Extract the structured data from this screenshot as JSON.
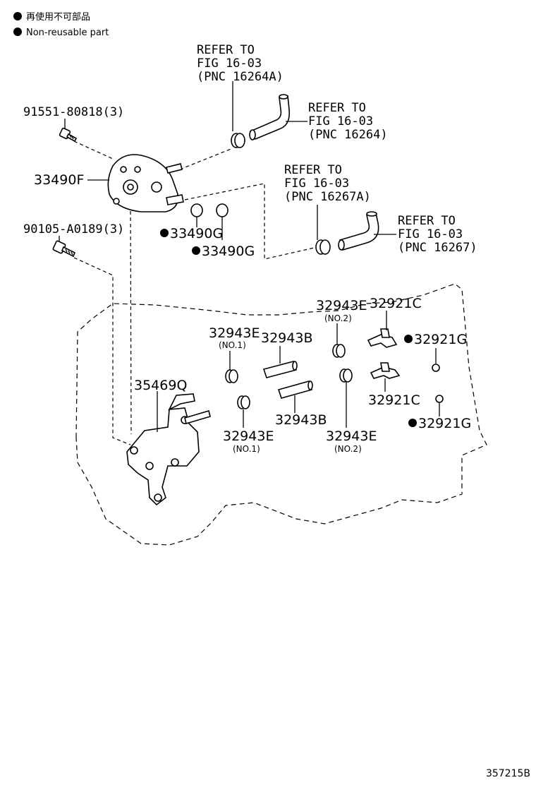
{
  "legend": {
    "line_cn": "再使用不可部品",
    "line_en": "Non-reusable part"
  },
  "labels": {
    "fig_ref_a": [
      "REFER TO",
      "FIG 16-03",
      "(PNC 16264A)"
    ],
    "fig_ref_b": [
      "REFER TO",
      "FIG 16-03",
      "(PNC 16264)"
    ],
    "fig_ref_c": [
      "REFER TO",
      "FIG 16-03",
      "(PNC 16267A)"
    ],
    "fig_ref_d": [
      "REFER TO",
      "FIG 16-03",
      "(PNC 16267)"
    ],
    "bolt_1": "91551-80818(3)",
    "bolt_2": "90105-A0189(3)",
    "pump": "33490F",
    "oring_1": "33490G",
    "oring_2": "33490G",
    "bracket": "35469Q",
    "clamp_no1_top": "32943E",
    "clamp_no1_top_sub": "(NO.1)",
    "clamp_no1_bot": "32943E",
    "clamp_no1_bot_sub": "(NO.1)",
    "clamp_no2_top": "32943E",
    "clamp_no2_top_sub": "(NO.2)",
    "clamp_no2_bot": "32943E",
    "clamp_no2_bot_sub": "(NO.2)",
    "hose_top": "32943B",
    "hose_bot": "32943B",
    "union_top": "32921C",
    "union_bot": "32921C",
    "gasket_top": "32921G",
    "gasket_bot": "32921G"
  },
  "diagram_code": "357215B"
}
